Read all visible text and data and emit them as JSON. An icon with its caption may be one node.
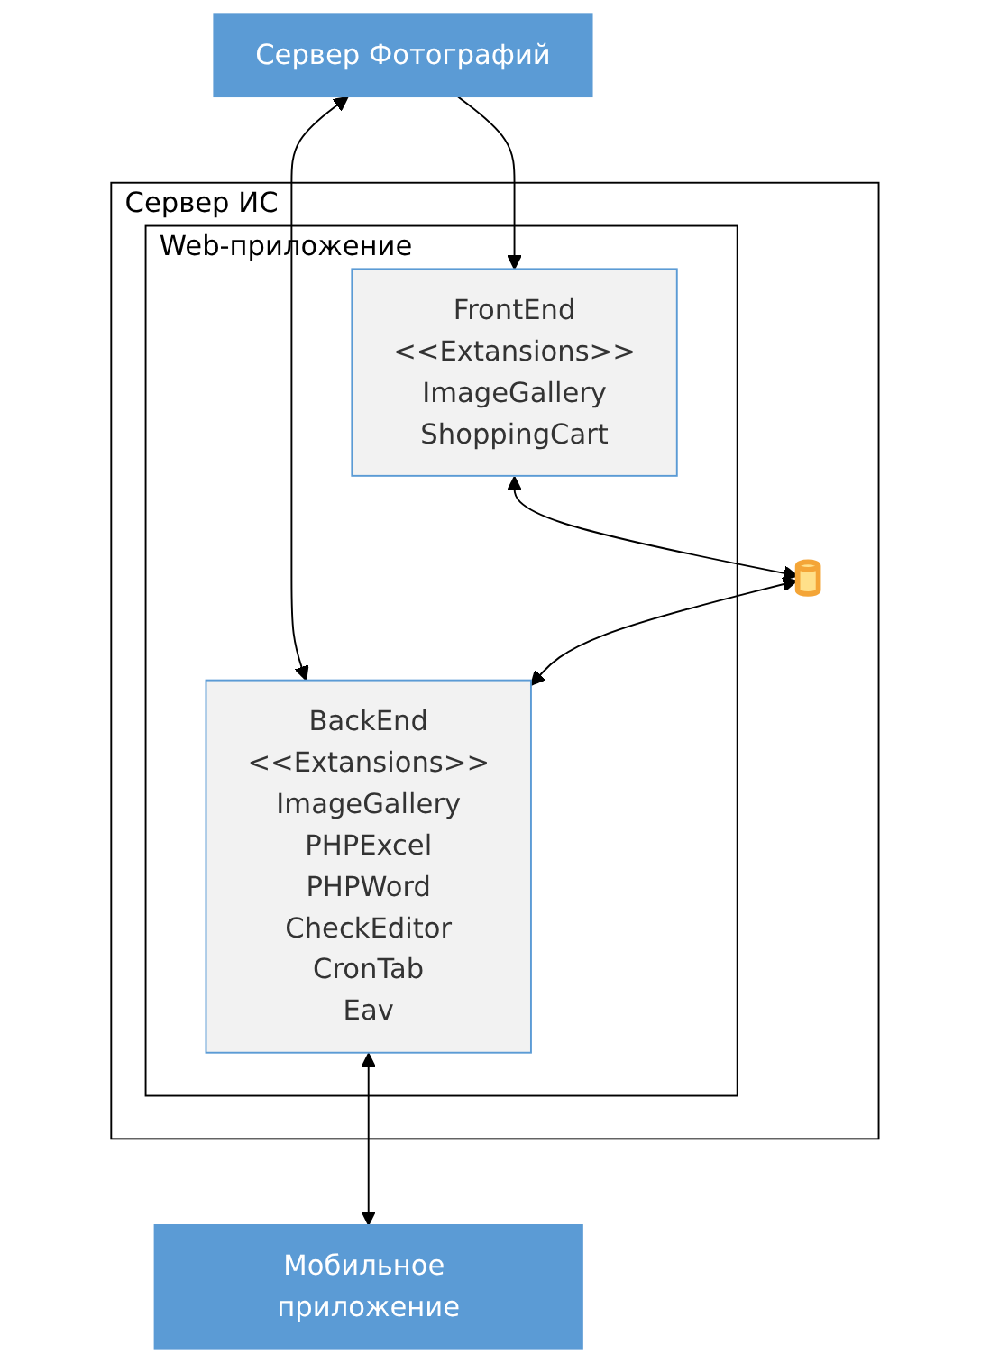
{
  "diagram": {
    "nodes": [
      {
        "text": [
          "Сервер Фотографий"
        ]
      },
      {
        "text": [
          "Сервер ИС"
        ]
      },
      {
        "text": [],
        "shape": "cylinder",
        "in": 1
      },
      {
        "text": [
          "Web-приложение"
        ],
        "in": 1
      },
      {
        "text": [
          "BackEnd",
          "<<Extansions>>",
          "ImageGallery",
          "PHPExcel",
          "PHPWord",
          "CheckEditor",
          "CronTab",
          "Eav"
        ],
        "in": 3
      },
      {
        "text": [
          "FrontEnd",
          "<<Extansions>>",
          "ImageGallery",
          "ShoppingCart"
        ],
        "in": 3
      },
      {
        "text": [
          "Мобильное приложение"
        ]
      }
    ],
    "edges": [
      {
        "from": 4,
        "to": 0,
        "arrow": "both"
      },
      {
        "from": 4,
        "to": 2,
        "arrow": "both"
      },
      {
        "from": 2,
        "to": 5,
        "arrow": "both"
      },
      {
        "from": 0,
        "to": 5,
        "arrow": "to"
      },
      {
        "from": 6,
        "to": 4,
        "arrow": "both"
      }
    ]
  }
}
